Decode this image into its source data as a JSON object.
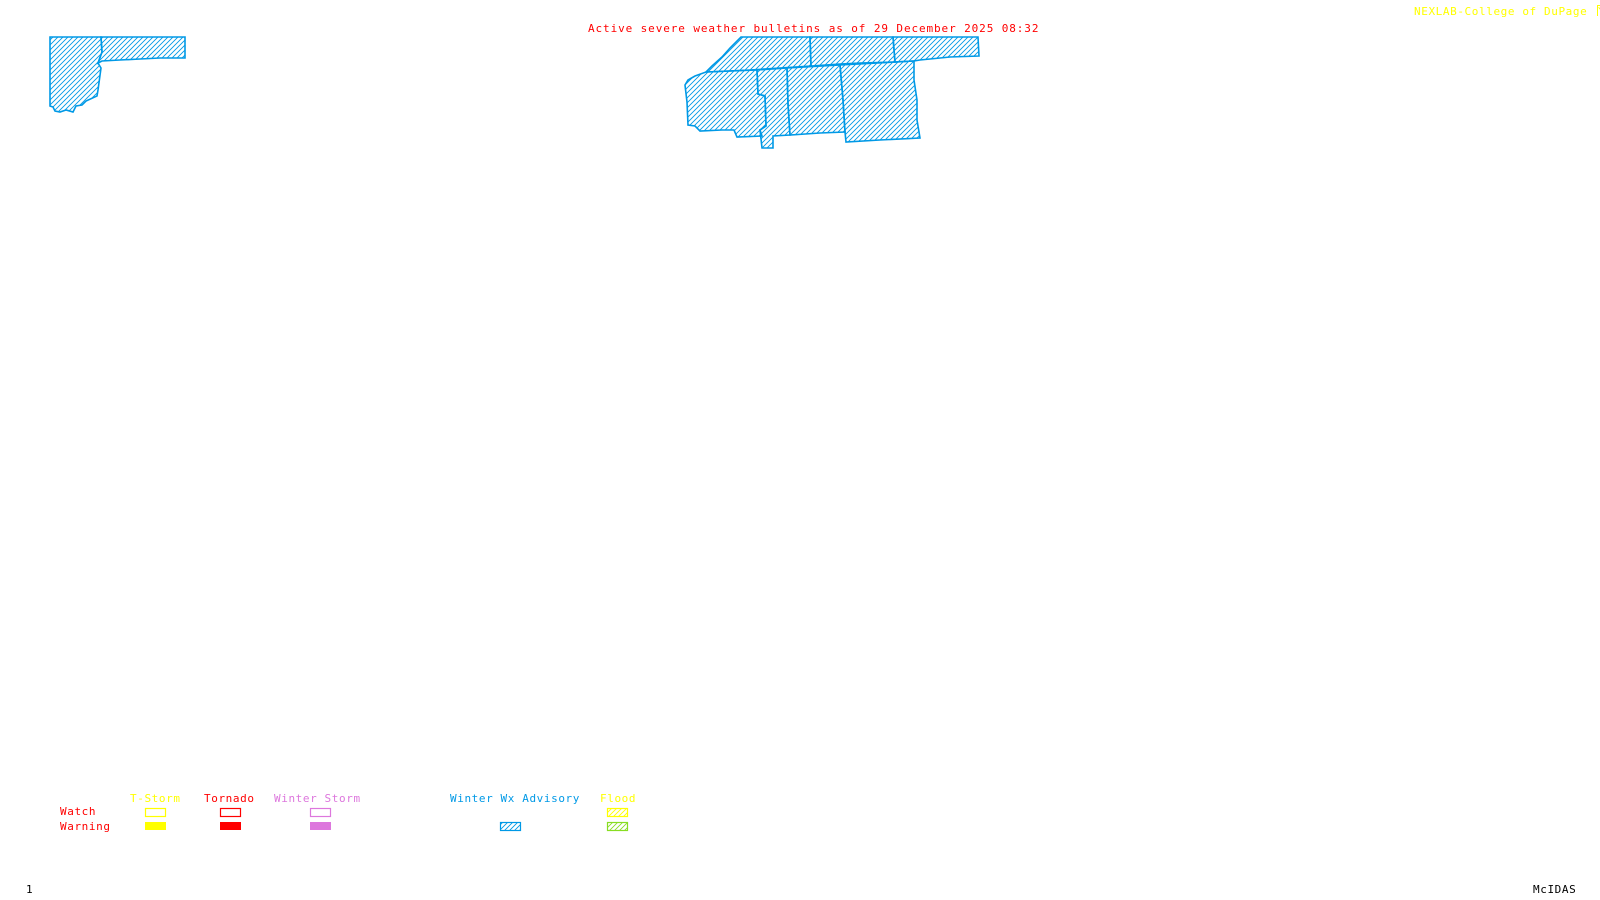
{
  "header": {
    "title": "Active severe weather bulletins as of 29 December 2025 08:32",
    "title_color": "#ff0000",
    "credit": "NEXLAB-College of DuPage",
    "credit_color": "#ffff00",
    "credit_icon": "nexlab-logo-icon"
  },
  "map": {
    "background": "#ffffff",
    "active_bulletins": [
      {
        "type": "Winter Wx Advisory",
        "region": "northwest-area",
        "color": "#0099e6"
      },
      {
        "type": "Winter Wx Advisory",
        "region": "north-central-area",
        "color": "#0099e6"
      }
    ]
  },
  "legend": {
    "row_labels": {
      "watch": "Watch",
      "warning": "Warning"
    },
    "row_label_color": "#ff0000",
    "categories": [
      {
        "name": "T-Storm",
        "color": "#ffff00",
        "watch": "outline",
        "warning": "solid"
      },
      {
        "name": "Tornado",
        "color": "#ff0000",
        "watch": "outline",
        "warning": "solid"
      },
      {
        "name": "Winter Storm",
        "color": "#dd77dd",
        "watch": "outline",
        "warning": "solid"
      },
      {
        "name": "Winter Wx Advisory",
        "color": "#0099e6",
        "watch": "none",
        "warning": "hatched"
      },
      {
        "name": "Flood",
        "color": "#ffff00",
        "watch": "hatched",
        "warning": "hatched",
        "warning_color": "#88dd22"
      }
    ]
  },
  "footer": {
    "frame_number": "1",
    "software": "McIDAS"
  }
}
